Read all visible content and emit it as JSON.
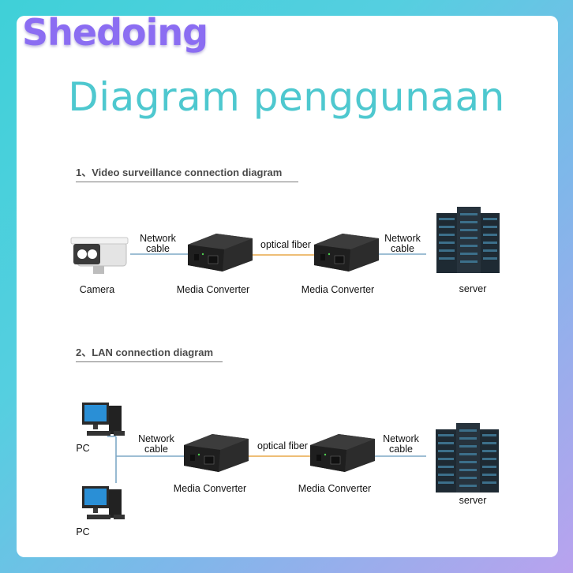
{
  "brand": {
    "name": "Shedoing",
    "chevron": "›"
  },
  "heading": "Diagram penggunaan",
  "diagram1": {
    "title": "1、Video surveillance connection diagram",
    "camera_label": "Camera",
    "cable_left_line1": "Network",
    "cable_left_line2": "cable",
    "converter_left_label": "Media Converter",
    "fiber_label": "optical fiber",
    "converter_right_label": "Media Converter",
    "cable_right_line1": "Network",
    "cable_right_line2": "cable",
    "server_label": "server"
  },
  "diagram2": {
    "title": "2、LAN connection diagram",
    "pc_top_label": "PC",
    "pc_bottom_label": "PC",
    "cable_left_line1": "Network",
    "cable_left_line2": "cable",
    "converter_left_label": "Media Converter",
    "fiber_label": "optical fiber",
    "converter_right_label": "Media Converter",
    "cable_right_line1": "Network",
    "cable_right_line2": "cable",
    "server_label": "server"
  },
  "colors": {
    "accent": "#4ec8cf",
    "brand": "#8b6df2",
    "cable_line": "#7fa9c6",
    "fiber_line": "#e8a84a"
  }
}
